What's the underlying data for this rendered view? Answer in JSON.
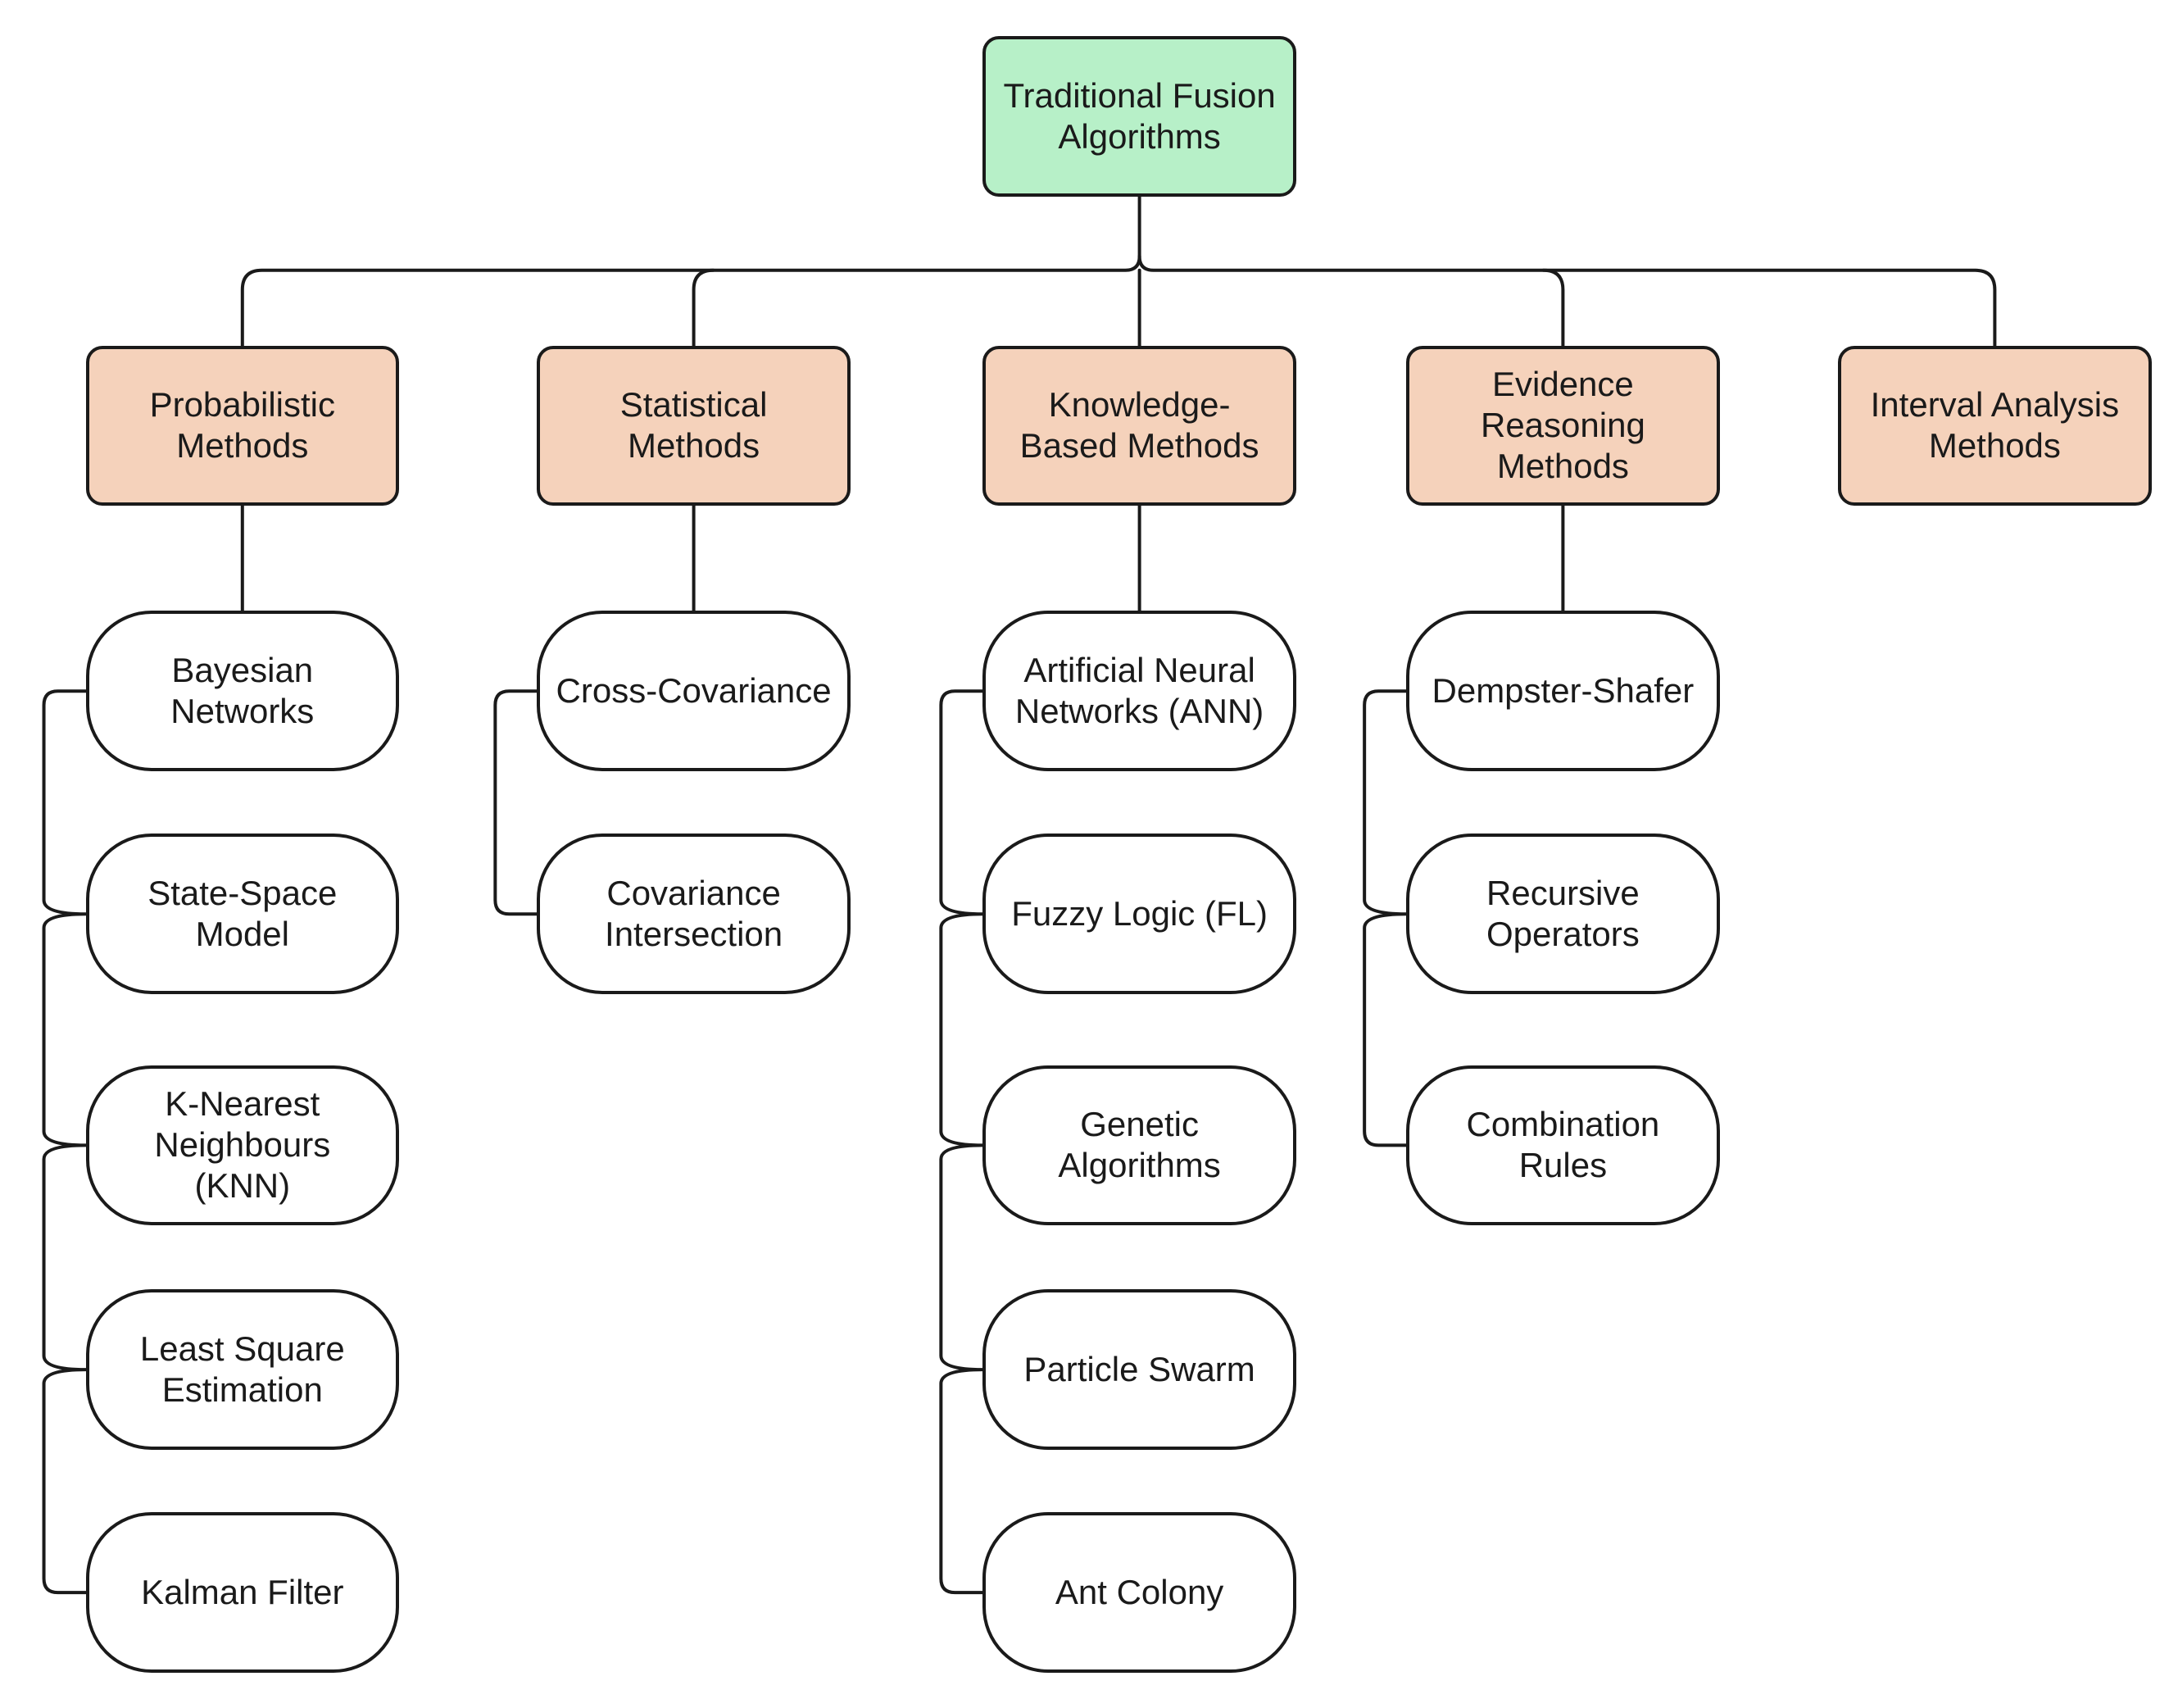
{
  "root": {
    "label": "Traditional Fusion\nAlgorithms"
  },
  "categories": [
    {
      "label": "Probabilistic\nMethods",
      "methods": [
        "Bayesian\nNetworks",
        "State-Space\nModel",
        "K-Nearest\nNeighbours\n(KNN)",
        "Least Square\nEstimation",
        "Kalman Filter"
      ]
    },
    {
      "label": "Statistical\nMethods",
      "methods": [
        "Cross-Covariance",
        "Covariance\nIntersection"
      ]
    },
    {
      "label": "Knowledge-\nBased Methods",
      "methods": [
        "Artificial Neural\nNetworks (ANN)",
        "Fuzzy Logic (FL)",
        "Genetic\nAlgorithms",
        "Particle Swarm",
        "Ant Colony"
      ]
    },
    {
      "label": "Evidence\nReasoning\nMethods",
      "methods": [
        "Dempster-Shafer",
        "Recursive\nOperators",
        "Combination\nRules"
      ]
    },
    {
      "label": "Interval Analysis\nMethods",
      "methods": []
    }
  ],
  "colors": {
    "root_fill": "#b7f0c8",
    "category_fill": "#f5d2bb",
    "leaf_fill": "#ffffff",
    "stroke": "#1a1a1a"
  }
}
